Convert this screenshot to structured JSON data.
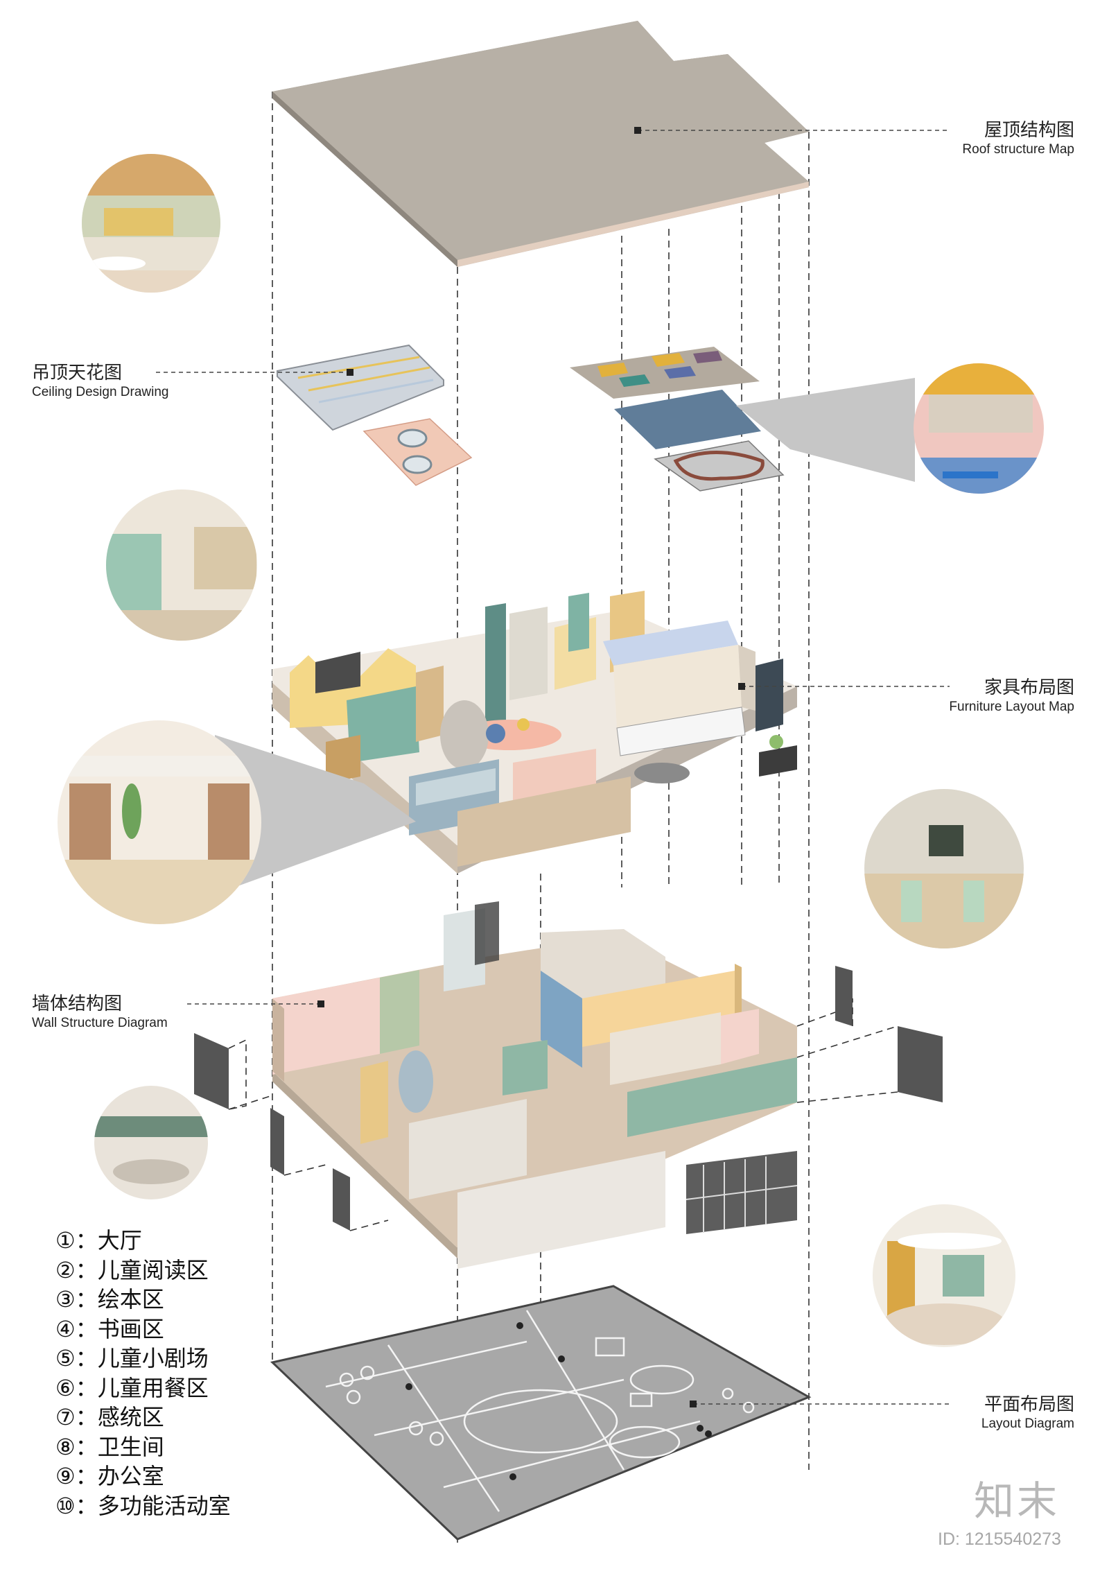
{
  "layers": {
    "roof": {
      "cn": "屋顶结构图",
      "en": "Roof structure Map"
    },
    "ceiling": {
      "cn": "吊顶天花图",
      "en": "Ceiling Design Drawing"
    },
    "furniture": {
      "cn": "家具布局图",
      "en": "Furniture Layout Map"
    },
    "wall": {
      "cn": "墙体结构图",
      "en": "Wall Structure Diagram"
    },
    "layout": {
      "cn": "平面布局图",
      "en": "Layout Diagram"
    }
  },
  "legend": [
    "①：大厅",
    "②：儿童阅读区",
    "③：绘本区",
    "④：书画区",
    "⑤：儿童小剧场",
    "⑥：儿童用餐区",
    "⑦：感统区",
    "⑧：卫生间",
    "⑨：办公室",
    "⑩：多功能活动室"
  ],
  "watermark": {
    "brand": "知末",
    "id": "ID: 1215540273"
  },
  "colors": {
    "roof": "#b7b0a6",
    "wall_pink": "#f4d4cc",
    "wall_green": "#8fb7a5",
    "wall_yellow": "#f6d59a",
    "wall_blue": "#7ea4c3",
    "floor": "#d9c7b3",
    "plan": "#a8a8a8"
  }
}
